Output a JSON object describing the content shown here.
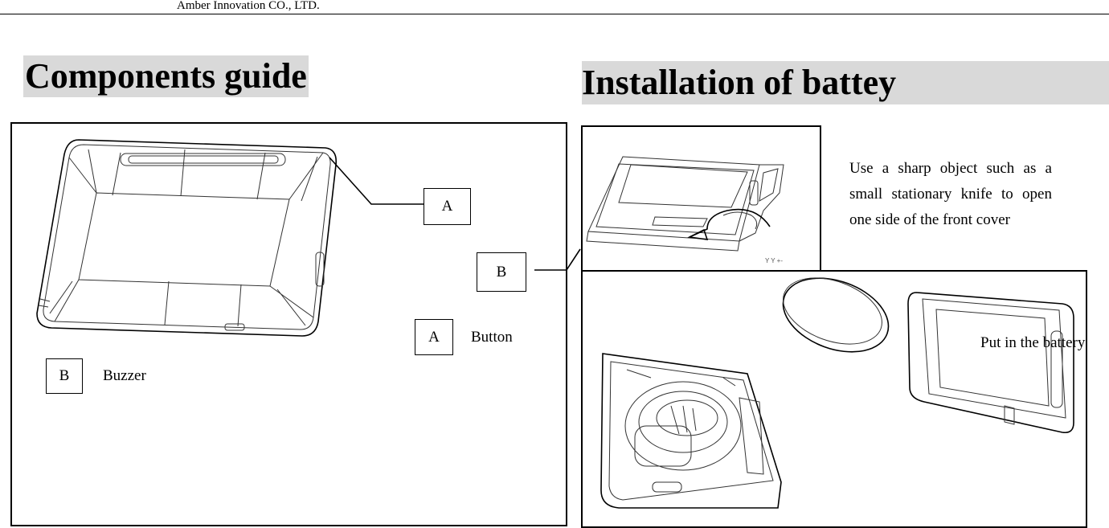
{
  "header": {
    "company": "Amber Innovation CO., LTD."
  },
  "components_guide": {
    "title": "Components guide",
    "callout_a": "A",
    "callout_b": "B",
    "legend": [
      {
        "key": "A",
        "label": "Button"
      },
      {
        "key": "B",
        "label": "Buzzer"
      }
    ]
  },
  "battery_installation": {
    "title": "Installation of battey",
    "step1_text": "Use a sharp object such as a small stationary knife to open one side of the front cover",
    "step2_text": "Put in the battery"
  }
}
